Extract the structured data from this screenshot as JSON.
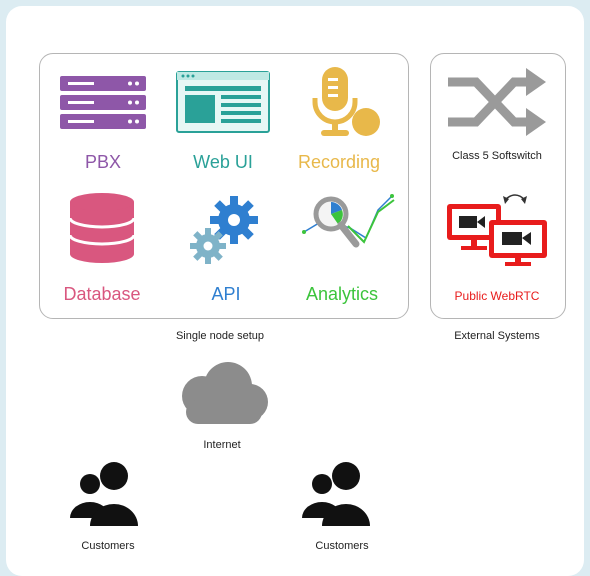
{
  "single_node": {
    "caption": "Single node setup",
    "components": [
      {
        "label": "PBX",
        "icon": "server-rack-icon",
        "color": "#8e57a8"
      },
      {
        "label": "Web UI",
        "icon": "web-page-icon",
        "color": "#2aa198"
      },
      {
        "label": "Recording",
        "icon": "microphone-icon",
        "color": "#e8b84a"
      },
      {
        "label": "Database",
        "icon": "database-icon",
        "color": "#d9577f"
      },
      {
        "label": "API",
        "icon": "gears-icon",
        "color": "#2f7fd0"
      },
      {
        "label": "Analytics",
        "icon": "analytics-magnifier-icon",
        "color": "#3cc43c"
      }
    ]
  },
  "external": {
    "caption": "External Systems",
    "softswitch_label": "Class 5 Softswitch",
    "webrtc_label": "Public WebRTC",
    "webrtc_color": "#e81c1c"
  },
  "internet": {
    "label": "Internet",
    "icon": "cloud-icon"
  },
  "customers": [
    {
      "label": "Customers",
      "icon": "users-icon"
    },
    {
      "label": "Customers",
      "icon": "users-icon"
    }
  ]
}
